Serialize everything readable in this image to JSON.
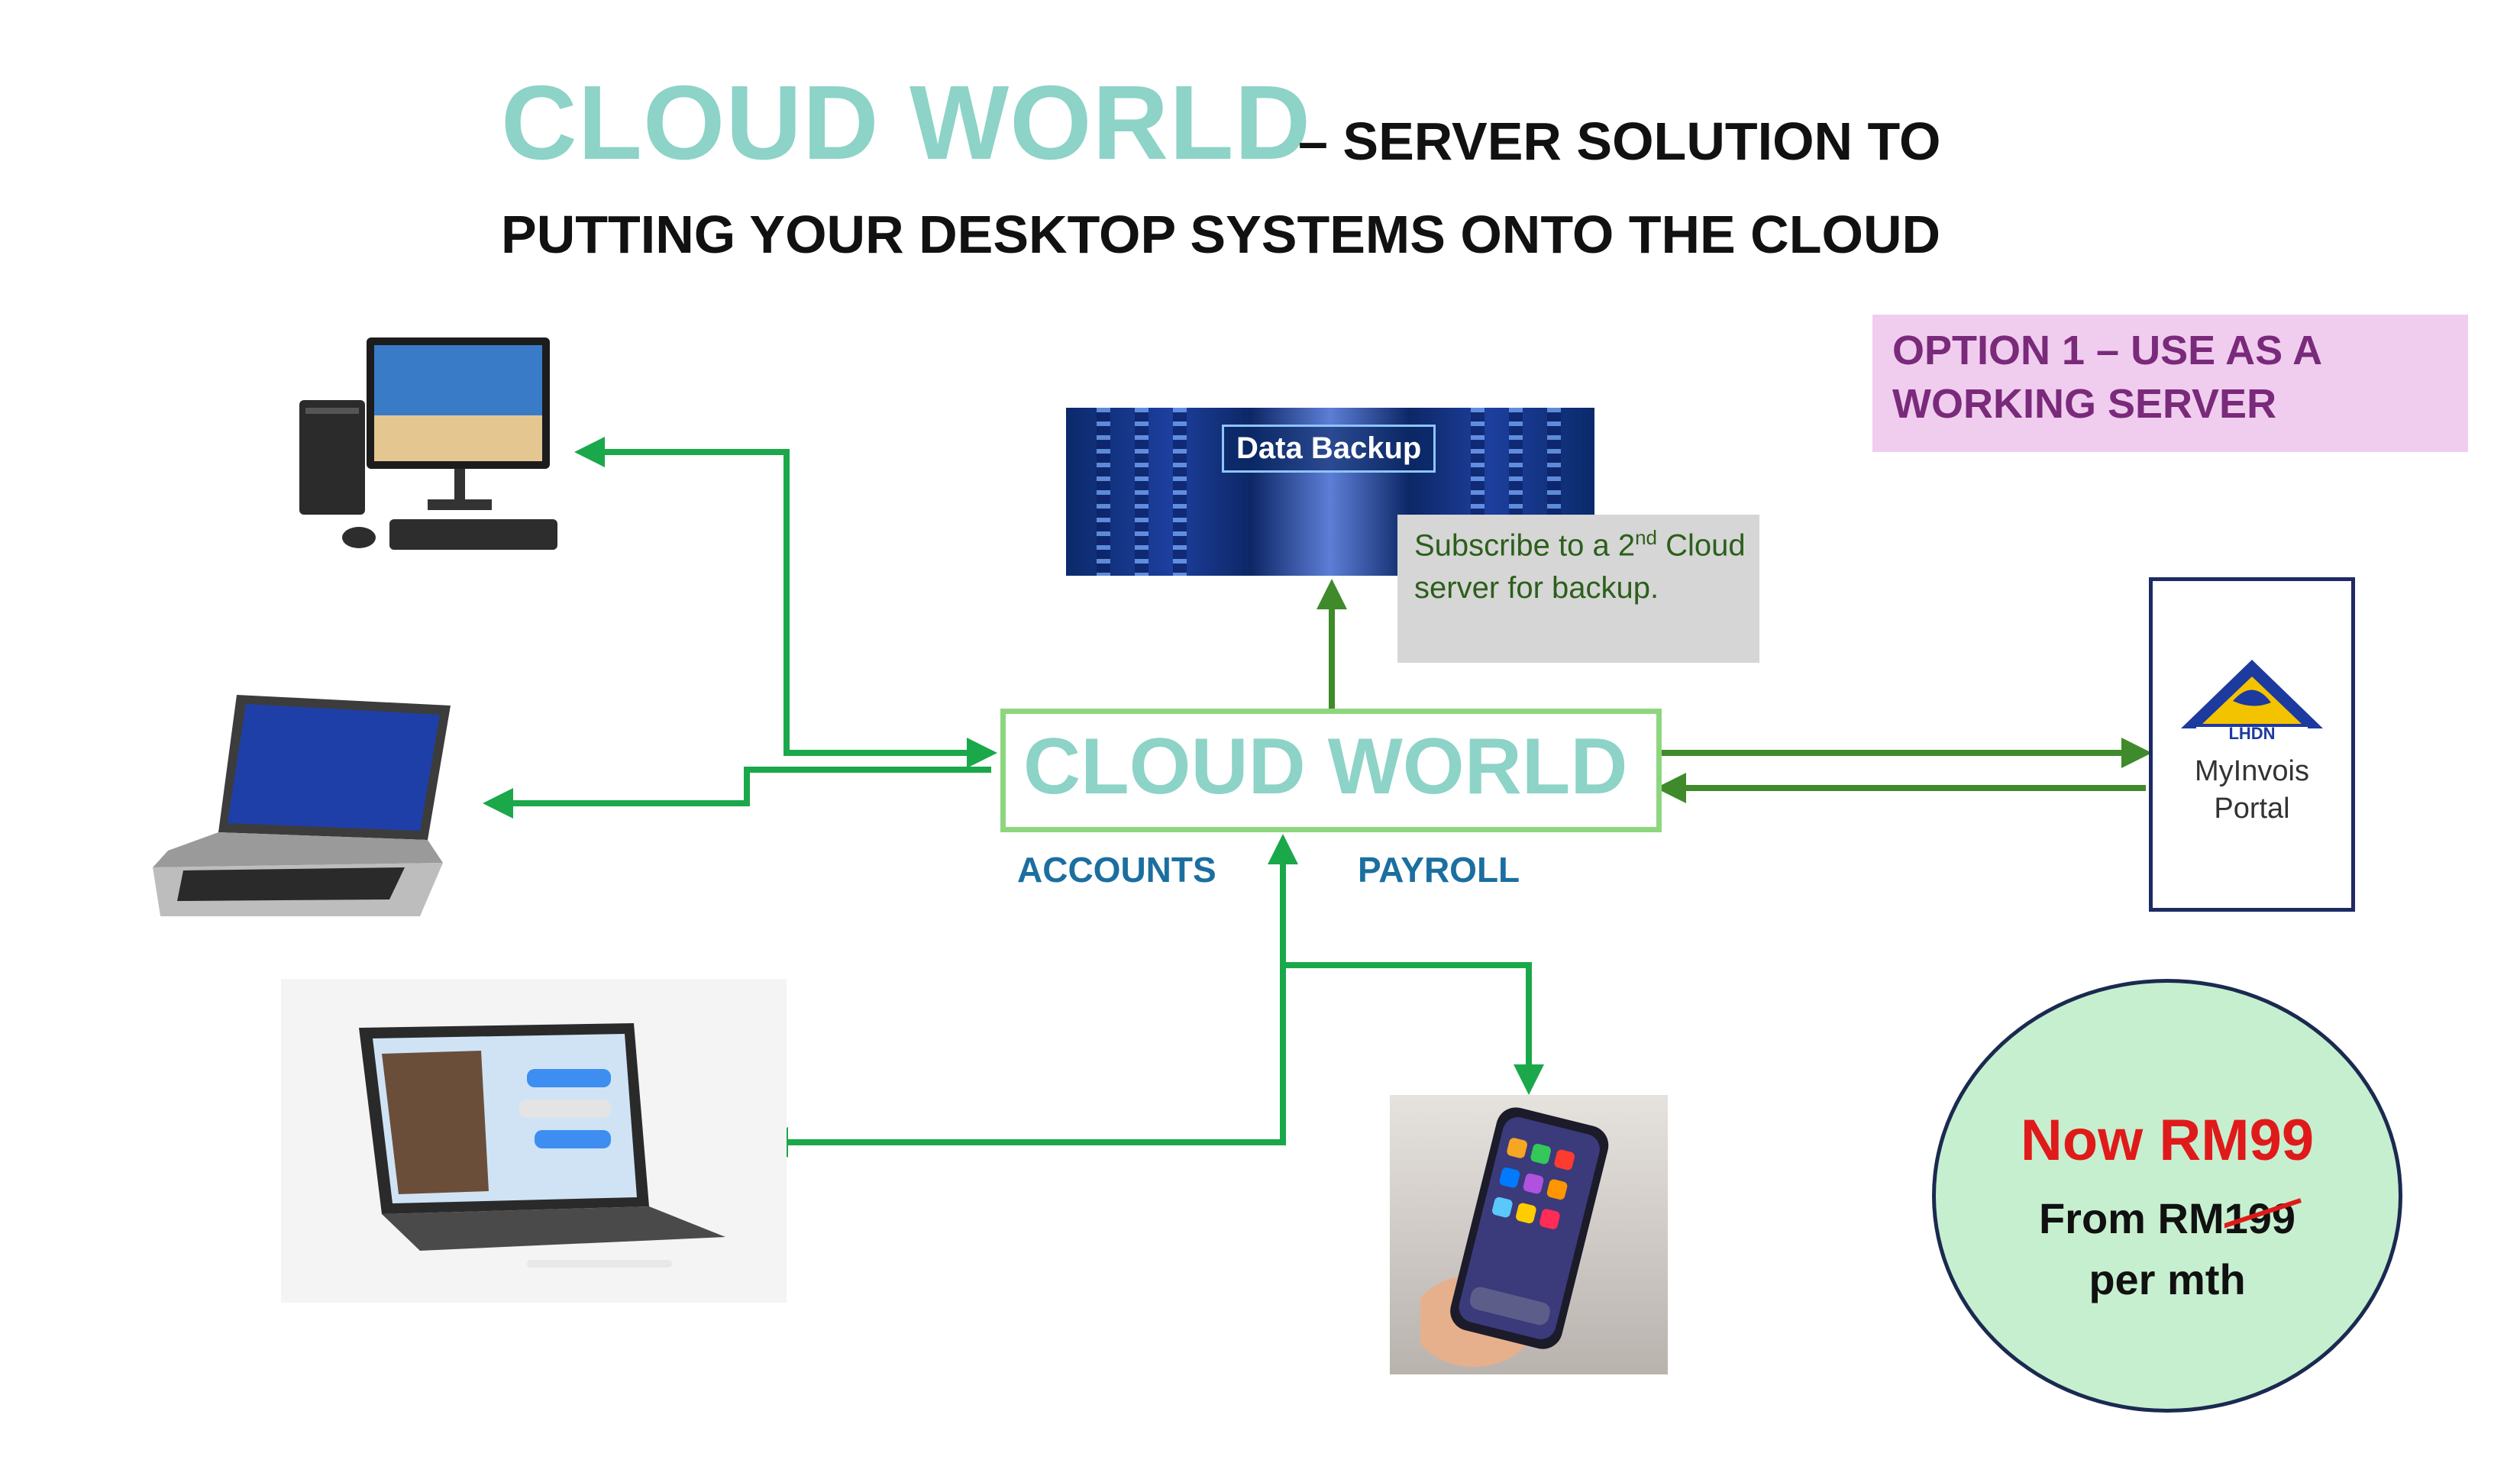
{
  "header": {
    "title_main": "CLOUD WORLD",
    "title_rest": "– SERVER SOLUTION TO",
    "subtitle": "PUTTING YOUR DESKTOP SYSTEMS ONTO THE CLOUD"
  },
  "option": {
    "label": "OPTION 1 – USE AS A WORKING SERVER"
  },
  "backup": {
    "image_label": "Data Backup",
    "note_prefix": "Subscribe to a 2",
    "note_sup": "nd",
    "note_suffix": " Cloud server for backup."
  },
  "center": {
    "title": "CLOUD WORLD",
    "accounts": "ACCOUNTS",
    "payroll": "PAYROLL"
  },
  "portal": {
    "lhdn": "LHDN",
    "line1": "MyInvois",
    "line2": "Portal"
  },
  "price": {
    "now": "Now RM99",
    "from_prefix": "From RM",
    "old_value": "199",
    "per": "per mth"
  },
  "colors": {
    "accent_teal": "#8dd3c7",
    "arrow_green": "#1aa84a",
    "arrow_dark_green": "#3f8a2a",
    "price_red": "#e01a1a",
    "blue_label": "#1b6fa0"
  },
  "icons": [
    "desktop-computer-icon",
    "laptop-icon",
    "tablet-icon",
    "smartphone-icon",
    "lhdn-logo-icon"
  ]
}
